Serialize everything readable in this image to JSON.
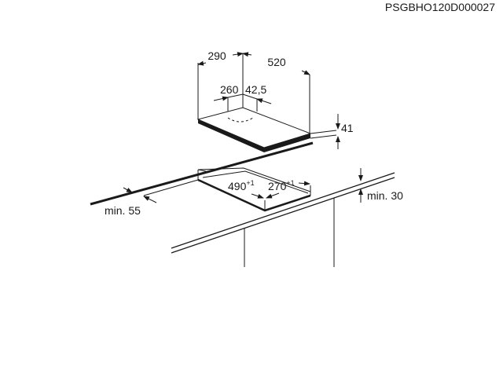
{
  "product_code": "PSGBHO120D000027",
  "dimensions": {
    "hob_depth": "290",
    "hob_width": "520",
    "burner_offset_a": "260",
    "burner_offset_b": "42,5",
    "hob_height": "41",
    "cutout_width": "490",
    "cutout_depth": "270",
    "tolerance": "+1",
    "min_front": "min. 55",
    "min_top": "min. 30"
  }
}
